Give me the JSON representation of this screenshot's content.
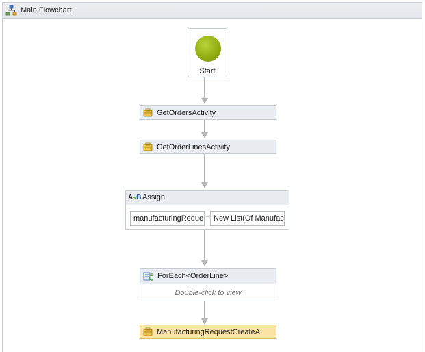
{
  "designer": {
    "title": "Main Flowchart"
  },
  "start": {
    "label": "Start"
  },
  "activities": {
    "get_orders": {
      "label": "GetOrdersActivity"
    },
    "get_order_lines": {
      "label": "GetOrderLinesActivity"
    },
    "assign": {
      "label": "Assign",
      "icon_text_a": "A",
      "icon_text_b": "B",
      "to_value": "manufacturingReque",
      "operator": "=",
      "value_expression": "New List(Of Manufac"
    },
    "foreach": {
      "label": "ForEach<OrderLine>",
      "hint": "Double-click to view"
    },
    "manufacturing_request": {
      "label": "ManufacturingRequestCreateA"
    }
  },
  "colors": {
    "activity_header": "#e9ecf0",
    "selected_activity": "#fbe4a3",
    "start_node": "#8fab0e",
    "connector": "#b4b4b4"
  }
}
